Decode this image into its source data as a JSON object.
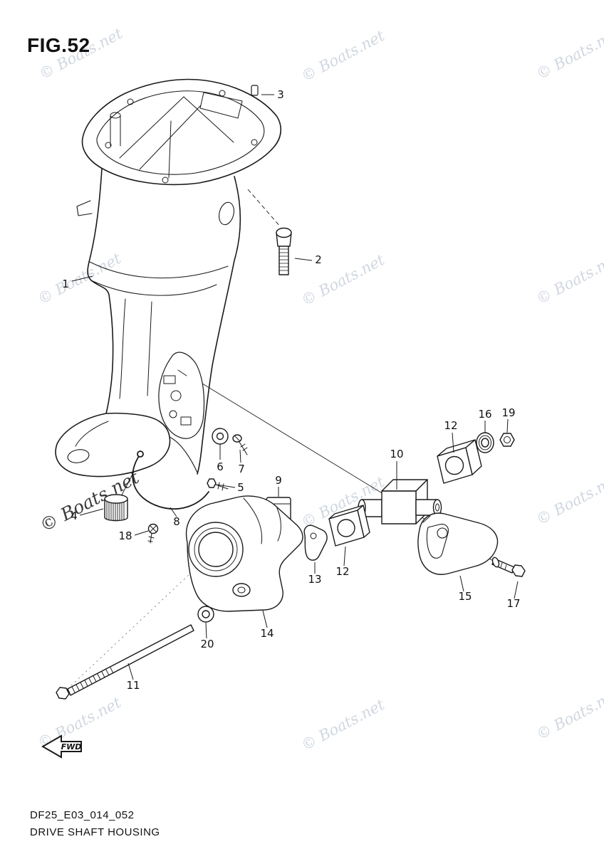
{
  "page": {
    "title": "FIG.52",
    "footer_code": "DF25_E03_014_052",
    "footer_title": "DRIVE SHAFT HOUSING",
    "fwd_label": "FWD"
  },
  "watermark": {
    "text": "© Boats.net",
    "light_color": "#a9b6c6",
    "dark_color": "#2a2a2a"
  },
  "callouts": [
    {
      "part": "1"
    },
    {
      "part": "2"
    },
    {
      "part": "3"
    },
    {
      "part": "4"
    },
    {
      "part": "5"
    },
    {
      "part": "6"
    },
    {
      "part": "7"
    },
    {
      "part": "8"
    },
    {
      "part": "9"
    },
    {
      "part": "10"
    },
    {
      "part": "11"
    },
    {
      "part": "12"
    },
    {
      "part": "12"
    },
    {
      "part": "13"
    },
    {
      "part": "14"
    },
    {
      "part": "15"
    },
    {
      "part": "16"
    },
    {
      "part": "17"
    },
    {
      "part": "18"
    },
    {
      "part": "19"
    },
    {
      "part": "20"
    }
  ]
}
